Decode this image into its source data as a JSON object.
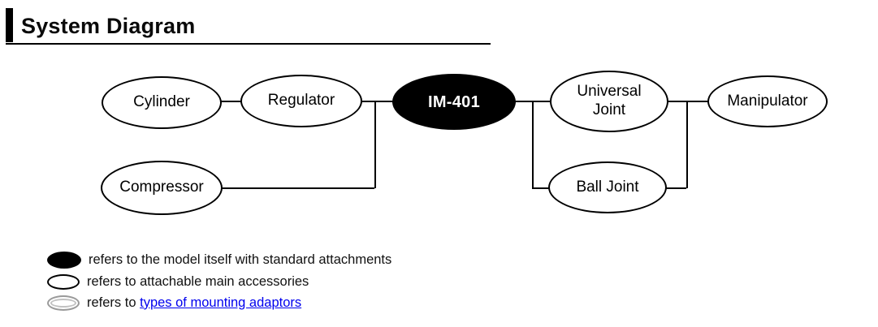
{
  "header": {
    "title": "System Diagram"
  },
  "diagram": {
    "nodes": {
      "cylinder": {
        "label": "Cylinder",
        "type": "accessory"
      },
      "regulator": {
        "label": "Regulator",
        "type": "accessory"
      },
      "im401": {
        "label": "IM-401",
        "type": "model"
      },
      "universal_joint": {
        "label": "Universal Joint",
        "type": "accessory"
      },
      "manipulator": {
        "label": "Manipulator",
        "type": "accessory"
      },
      "compressor": {
        "label": "Compressor",
        "type": "accessory"
      },
      "ball_joint": {
        "label": "Ball Joint",
        "type": "accessory"
      }
    },
    "edges": [
      [
        "Cylinder",
        "Regulator"
      ],
      [
        "Regulator",
        "IM-401"
      ],
      [
        "Compressor",
        "IM-401"
      ],
      [
        "IM-401",
        "Universal Joint"
      ],
      [
        "IM-401",
        "Ball Joint"
      ],
      [
        "Universal Joint",
        "Manipulator"
      ],
      [
        "Ball Joint",
        "Manipulator"
      ]
    ]
  },
  "legend": {
    "model": {
      "text": "refers to the model itself with standard attachments"
    },
    "accessories": {
      "text": "refers to attachable main accessories"
    },
    "adaptors": {
      "prefix": "refers to ",
      "link": "types of mounting adaptors"
    }
  },
  "colors": {
    "accent": "#000000",
    "node_fill": "#ffffff",
    "model_fill": "#000000",
    "model_text": "#ffffff",
    "link": "#0000EE",
    "adaptor_marker_outline": "#9a9a9a"
  }
}
